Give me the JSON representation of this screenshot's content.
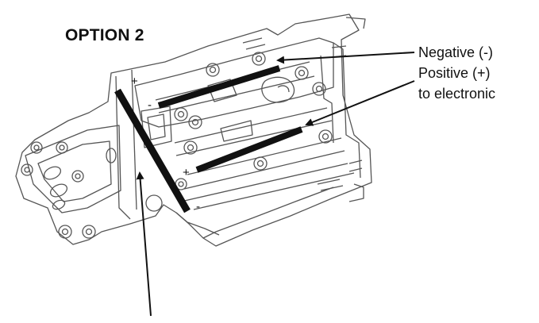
{
  "diagram": {
    "title": "OPTION 2",
    "callouts": {
      "negative": "Negative (-)",
      "positive": "Positive (+)",
      "electronic": "to electronic"
    },
    "polarity_marks": {
      "strip_top": "+",
      "strip_bottom": "-",
      "bar_upper": "-",
      "bar_lower": "+"
    },
    "colors": {
      "outline": "#555555",
      "strip": "#111111",
      "background": "#ffffff"
    }
  }
}
